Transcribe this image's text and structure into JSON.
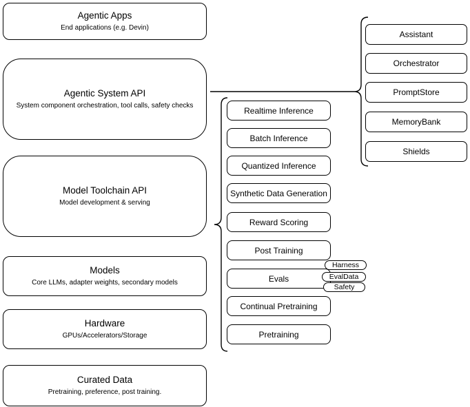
{
  "diagram": {
    "left_stack": [
      {
        "title": "Agentic Apps",
        "subtitle": "End applications (e.g. Devin)"
      },
      {
        "title": "Agentic System API",
        "subtitle": "System component orchestration, tool calls, safety checks"
      },
      {
        "title": "Model Toolchain API",
        "subtitle": "Model development & serving"
      },
      {
        "title": "Models",
        "subtitle": "Core LLMs, adapter weights, secondary models"
      },
      {
        "title": "Hardware",
        "subtitle": "GPUs/Accelerators/Storage"
      },
      {
        "title": "Curated Data",
        "subtitle": "Pretraining, preference, post training."
      }
    ],
    "toolchain_items": [
      "Realtime Inference",
      "Batch Inference",
      "Quantized Inference",
      "Synthetic Data Generation",
      "Reward Scoring",
      "Post Training",
      "Evals",
      "Continual Pretraining",
      "Pretraining"
    ],
    "evals_tags": [
      "Harness",
      "EvalData",
      "Safety"
    ],
    "system_components": [
      "Assistant",
      "Orchestrator",
      "PromptStore",
      "MemoryBank",
      "Shields"
    ],
    "colors": {
      "stroke": "#000000",
      "fill": "#ffffff",
      "text": "#000000"
    }
  }
}
